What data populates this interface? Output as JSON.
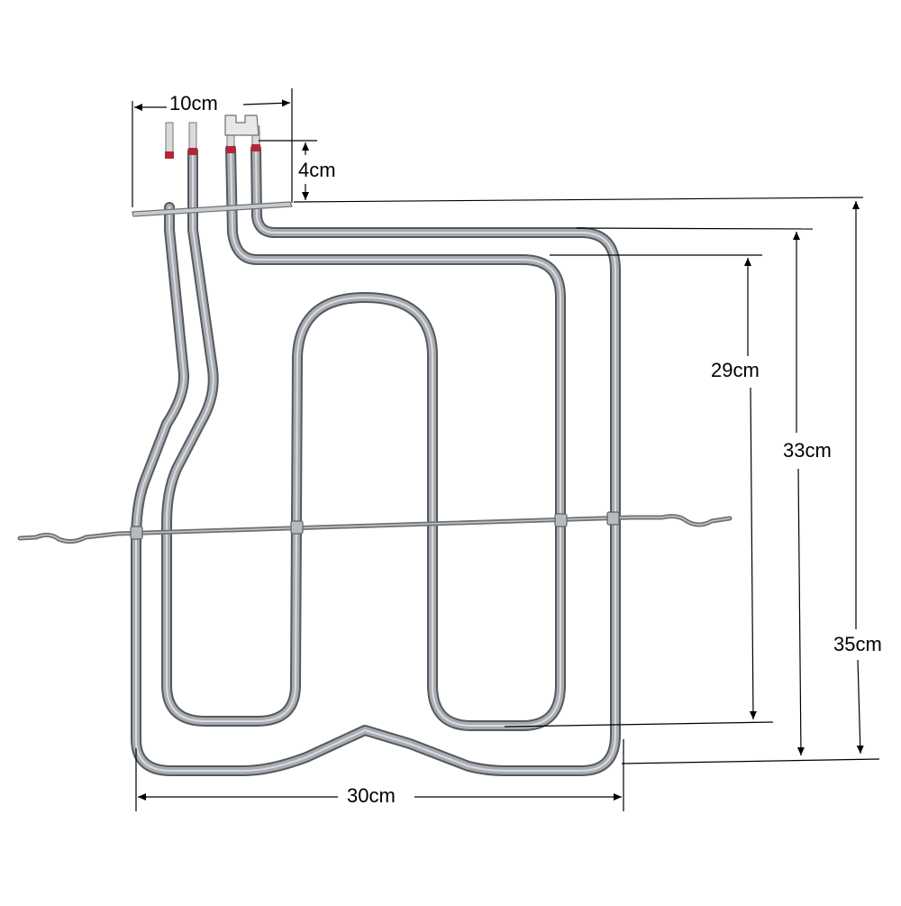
{
  "product": {
    "name_icon": "oven-grill-heating-element",
    "tube_color": "#8f9499",
    "terminal_tip_color": "#b3263a"
  },
  "dimensions": {
    "terminal_spacing": "10cm",
    "terminal_height": "4cm",
    "inner_depth": "29cm",
    "middle_depth": "33cm",
    "overall_depth": "35cm",
    "width": "30cm"
  }
}
